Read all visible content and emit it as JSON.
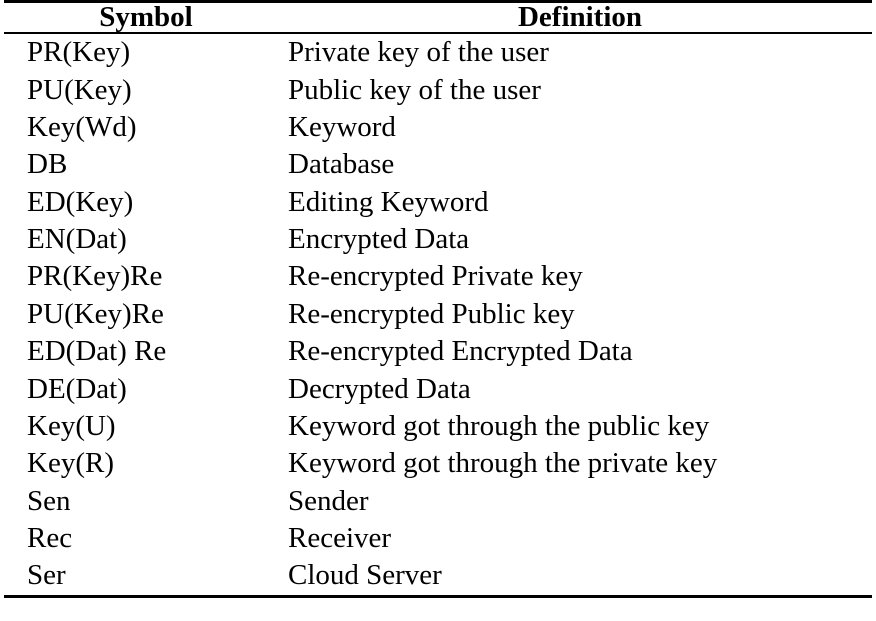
{
  "document": {
    "type": "notation-table",
    "background_color": "#ffffff",
    "text_color": "#000000"
  },
  "table": {
    "columns": [
      {
        "key": "symbol",
        "label": "Symbol"
      },
      {
        "key": "definition",
        "label": "Definition"
      }
    ],
    "rows": [
      {
        "symbol": "PR(Key)",
        "definition": "Private key of the user"
      },
      {
        "symbol": "PU(Key)",
        "definition": "Public key of the user"
      },
      {
        "symbol": "Key(Wd)",
        "definition": "Keyword"
      },
      {
        "symbol": "DB",
        "definition": "Database"
      },
      {
        "symbol": "ED(Key)",
        "definition": "Editing Keyword"
      },
      {
        "symbol": "EN(Dat)",
        "definition": "Encrypted Data"
      },
      {
        "symbol": "PR(Key)Re",
        "definition": "Re-encrypted Private key"
      },
      {
        "symbol": "PU(Key)Re",
        "definition": "Re-encrypted Public key"
      },
      {
        "symbol": "ED(Dat) Re",
        "definition": "Re-encrypted Encrypted Data"
      },
      {
        "symbol": "DE(Dat)",
        "definition": "Decrypted Data"
      },
      {
        "symbol": "Key(U)",
        "definition": "Keyword got through the public key"
      },
      {
        "symbol": "Key(R)",
        "definition": "Keyword got through the private key"
      },
      {
        "symbol": "Sen",
        "definition": "Sender"
      },
      {
        "symbol": "Rec",
        "definition": "Receiver"
      },
      {
        "symbol": "Ser",
        "definition": "Cloud Server"
      }
    ]
  }
}
